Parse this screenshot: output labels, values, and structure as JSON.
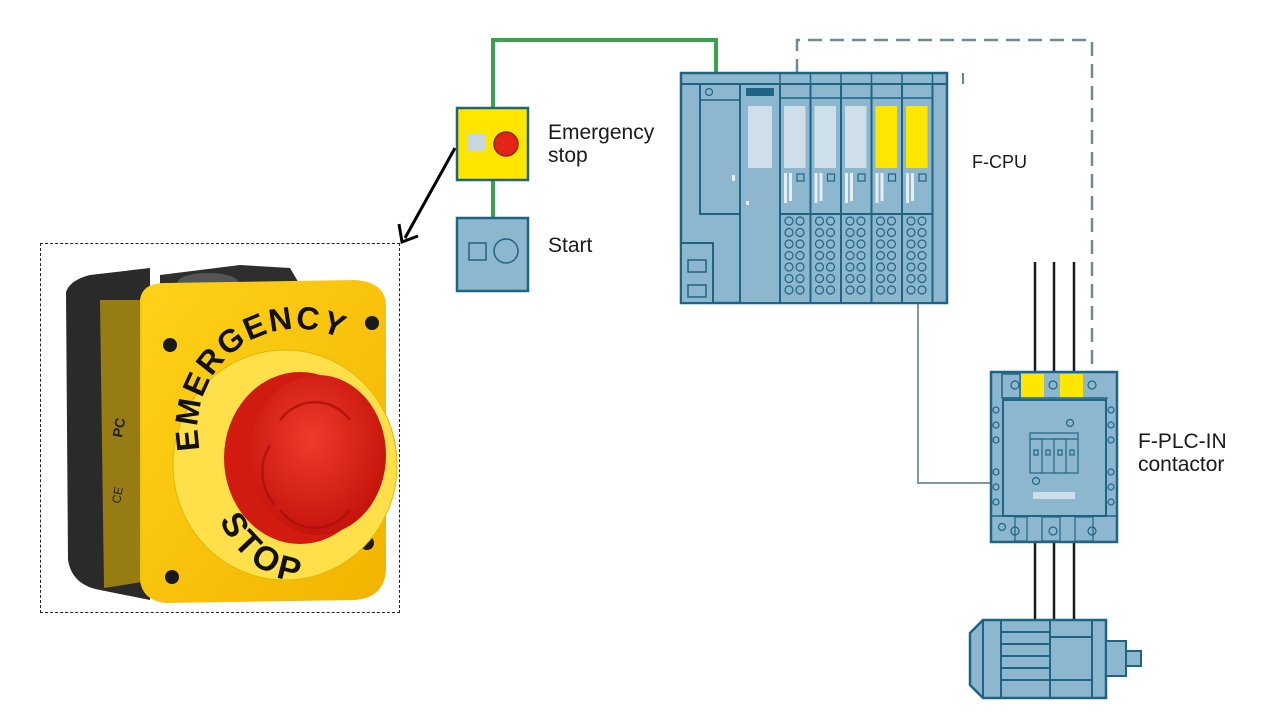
{
  "labels": {
    "emergency_stop": "Emergency stop",
    "start": "Start",
    "f_cpu": "F-CPU",
    "contactor": "F-PLC-IN contactor"
  },
  "photo": {
    "ring_text_top": "EMERGENCY",
    "ring_text_bottom": "STOP",
    "marks": [
      "PC",
      "CE"
    ]
  },
  "colors": {
    "device_fill": "#8db7cf",
    "device_stroke": "#1e6485",
    "safety_yellow": "#ffe600",
    "green_wire": "#3aa24a",
    "dashed_wire": "#6e8a96",
    "signal_wire": "#7f9aa6",
    "power_wire": "#1a1a1a",
    "button_red": "#e4231b"
  },
  "cpu": {
    "module_count": 7,
    "safety_modules": 2
  }
}
